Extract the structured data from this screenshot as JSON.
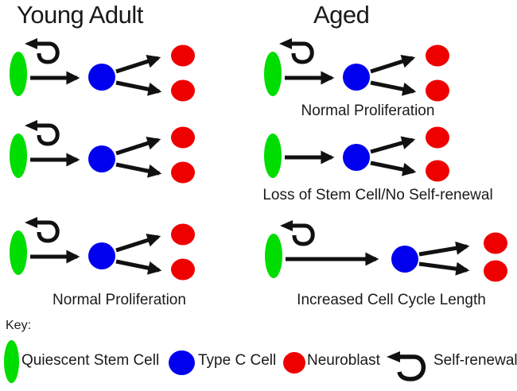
{
  "colors": {
    "stem_cell_green": "#00dd00",
    "type_c_blue": "#0000ee",
    "neuroblast_red": "#ee0000",
    "arrow_black": "#111111",
    "text": "#1a1a1a",
    "background": "#ffffff"
  },
  "young": {
    "title": "Young Adult",
    "bottom_label": "Normal Proliferation",
    "rows": [
      {
        "self_renewal": true,
        "cell_cycle": "normal",
        "cells": [
          "Quiescent Stem Cell",
          "Type C Cell",
          "Neuroblast",
          "Neuroblast"
        ]
      },
      {
        "self_renewal": true,
        "cell_cycle": "normal",
        "cells": [
          "Quiescent Stem Cell",
          "Type C Cell",
          "Neuroblast",
          "Neuroblast"
        ]
      },
      {
        "self_renewal": true,
        "cell_cycle": "normal",
        "cells": [
          "Quiescent Stem Cell",
          "Type C Cell",
          "Neuroblast",
          "Neuroblast"
        ]
      }
    ]
  },
  "aged": {
    "title": "Aged",
    "rows": [
      {
        "label": "Normal Proliferation",
        "self_renewal": true,
        "cell_cycle": "normal",
        "cells": [
          "Quiescent Stem Cell",
          "Type C Cell",
          "Neuroblast",
          "Neuroblast"
        ]
      },
      {
        "label": "Loss of Stem Cell/No Self-renewal",
        "self_renewal": false,
        "cell_cycle": "normal",
        "cells": [
          "Quiescent Stem Cell",
          "Type C Cell",
          "Neuroblast",
          "Neuroblast"
        ]
      },
      {
        "label": "Increased Cell Cycle Length",
        "self_renewal": true,
        "cell_cycle": "long",
        "cells": [
          "Quiescent Stem Cell",
          "Type C Cell",
          "Neuroblast",
          "Neuroblast"
        ]
      }
    ]
  },
  "key": {
    "heading": "Key:",
    "items": [
      {
        "icon": "quiescent-stem-cell-icon",
        "label": "Quiescent Stem Cell"
      },
      {
        "icon": "type-c-cell-icon",
        "label": "Type C Cell"
      },
      {
        "icon": "neuroblast-icon",
        "label": "Neuroblast"
      },
      {
        "icon": "self-renewal-arrow-icon",
        "label": "Self-renewal"
      }
    ]
  }
}
